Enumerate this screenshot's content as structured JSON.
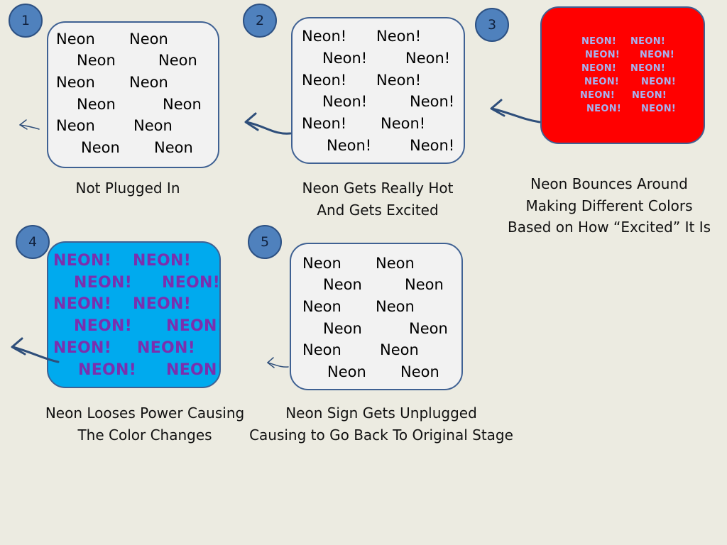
{
  "steps": [
    {
      "number": "1",
      "words": [
        "Neon",
        "Neon",
        "Neon",
        "Neon",
        "Neon",
        "Neon",
        "Neon",
        "Neon",
        "Neon",
        "Neon",
        "Neon",
        "Neon"
      ],
      "caption": [
        "Not Plugged In"
      ]
    },
    {
      "number": "2",
      "words": [
        "Neon!",
        "Neon!",
        "Neon!",
        "Neon!",
        "Neon!",
        "Neon!",
        "Neon!",
        "Neon!",
        "Neon!",
        "Neon!",
        "Neon!",
        "Neon!"
      ],
      "caption": [
        "Neon Gets Really Hot",
        "And Gets Excited"
      ]
    },
    {
      "number": "3",
      "words": [
        "NEON!",
        "NEON!",
        "NEON!",
        "NEON!",
        "NEON!",
        "NEON!",
        "NEON!",
        "NEON!",
        "NEON!",
        "NEON!",
        "NEON!",
        "NEON!"
      ],
      "caption": [
        "Neon Bounces Around",
        "Making Different Colors",
        "Based on How “Excited” It Is"
      ]
    },
    {
      "number": "4",
      "words": [
        "NEON!",
        "NEON!",
        "NEON!",
        "NEON!",
        "NEON!",
        "NEON!",
        "NEON!",
        "NEON!",
        "NEON!",
        "NEON!",
        "NEON!",
        "NEON!"
      ],
      "caption": [
        "Neon Looses Power Causing",
        "The Color Changes"
      ]
    },
    {
      "number": "5",
      "words": [
        "Neon",
        "Neon",
        "Neon",
        "Neon",
        "Neon",
        "Neon",
        "Neon",
        "Neon",
        "Neon",
        "Neon",
        "Neon",
        "Neon"
      ],
      "caption": [
        "Neon Sign Gets Unplugged",
        "Causing to Go Back To Original Stage"
      ]
    }
  ],
  "colors": {
    "plain_box": "#f2f2f2",
    "excited_box": "#ff0000",
    "excited_text": "#a6b4f2",
    "power_loss_box": "#00aaee",
    "power_loss_text": "#7b2fae",
    "badge": "#4f81bd",
    "border": "#3f6193"
  }
}
